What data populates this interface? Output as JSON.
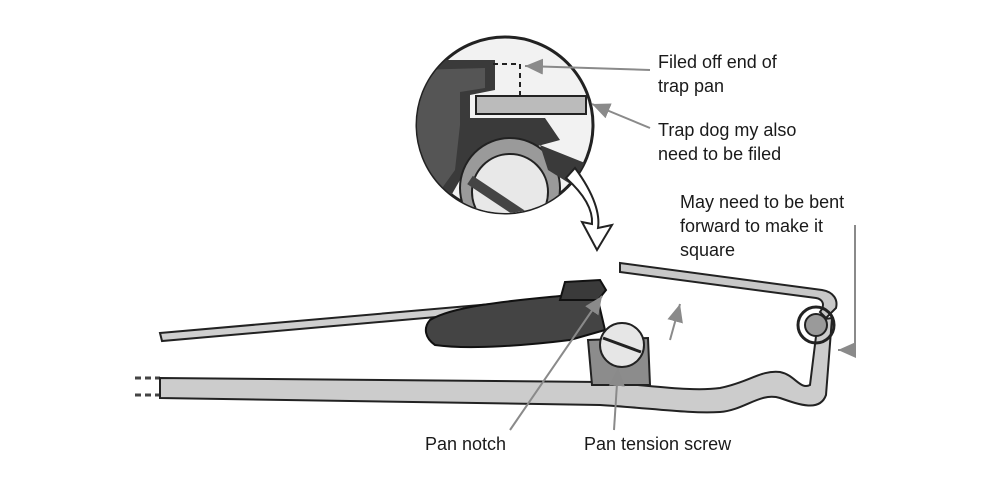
{
  "labels": {
    "filed_off_end_line1": "Filed off end of",
    "filed_off_end_line2": "trap pan",
    "trap_dog_line1": "Trap dog my also",
    "trap_dog_line2": "need to be filed",
    "bent_forward_line1": "May need to be bent",
    "bent_forward_line2": "forward to make it",
    "bent_forward_line3": "square",
    "pan_notch": "Pan notch",
    "pan_tension_screw": "Pan tension screw"
  }
}
